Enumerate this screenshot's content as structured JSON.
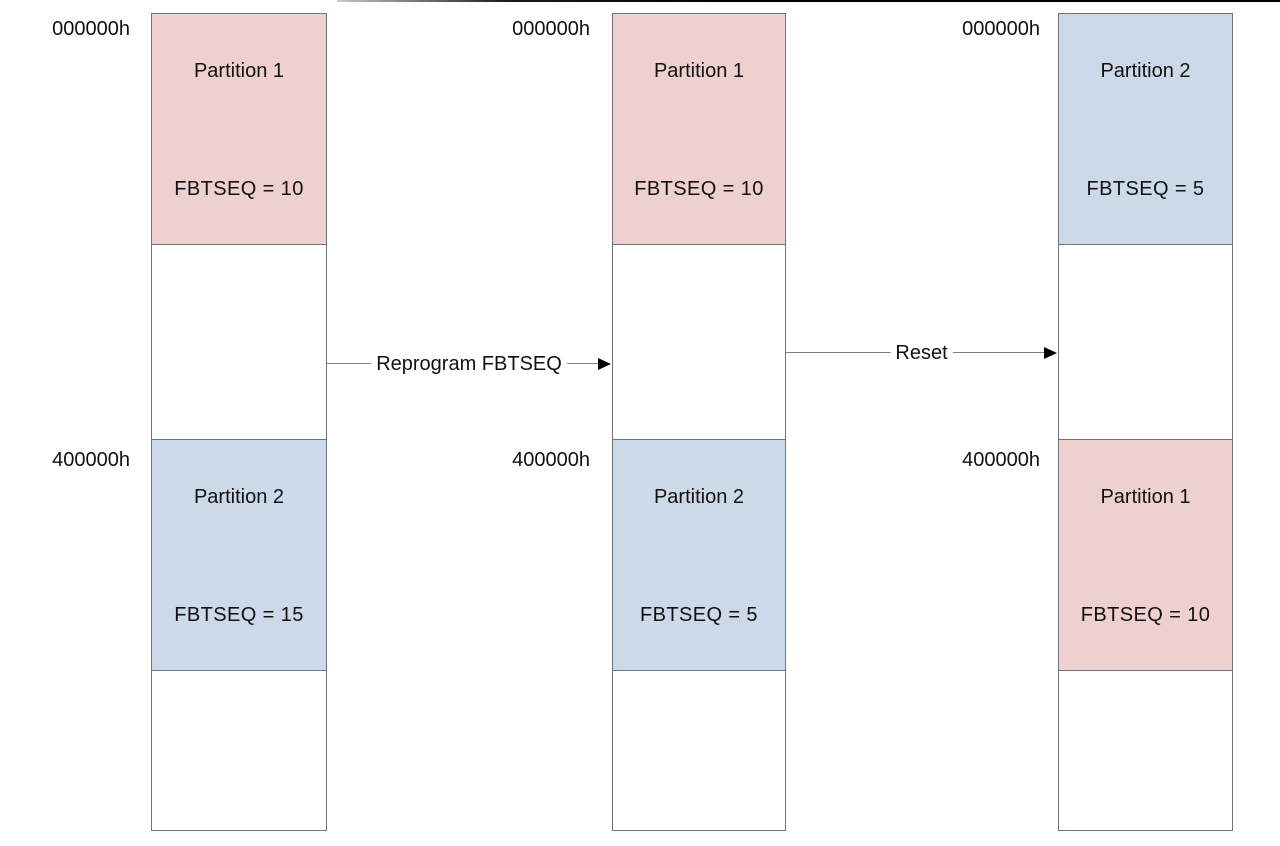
{
  "diagram": {
    "colors": {
      "partition1_fill": "#eed1ce",
      "partition2_fill": "#ccd9e8",
      "box_border": "#6e737a",
      "arrow_line": "#808080",
      "arrow_head": "#000000",
      "text": "#111111",
      "background": "#ffffff"
    },
    "columns": [
      {
        "top_address": "000000h",
        "mid_address": "400000h",
        "top_partition": {
          "name": "Partition 1",
          "fbtseq": "FBTSEQ = 10",
          "color": "pink"
        },
        "bottom_partition": {
          "name": "Partition 2",
          "fbtseq": "FBTSEQ = 15",
          "color": "blue"
        }
      },
      {
        "top_address": "000000h",
        "mid_address": "400000h",
        "top_partition": {
          "name": "Partition 1",
          "fbtseq": "FBTSEQ = 10",
          "color": "pink"
        },
        "bottom_partition": {
          "name": "Partition 2",
          "fbtseq": "FBTSEQ = 5",
          "color": "blue"
        }
      },
      {
        "top_address": "000000h",
        "mid_address": "400000h",
        "top_partition": {
          "name": "Partition 2",
          "fbtseq": "FBTSEQ = 5",
          "color": "blue"
        },
        "bottom_partition": {
          "name": "Partition 1",
          "fbtseq": "FBTSEQ = 10",
          "color": "pink"
        }
      }
    ],
    "arrows": [
      {
        "label": "Reprogram FBTSEQ"
      },
      {
        "label": "Reset"
      }
    ]
  }
}
